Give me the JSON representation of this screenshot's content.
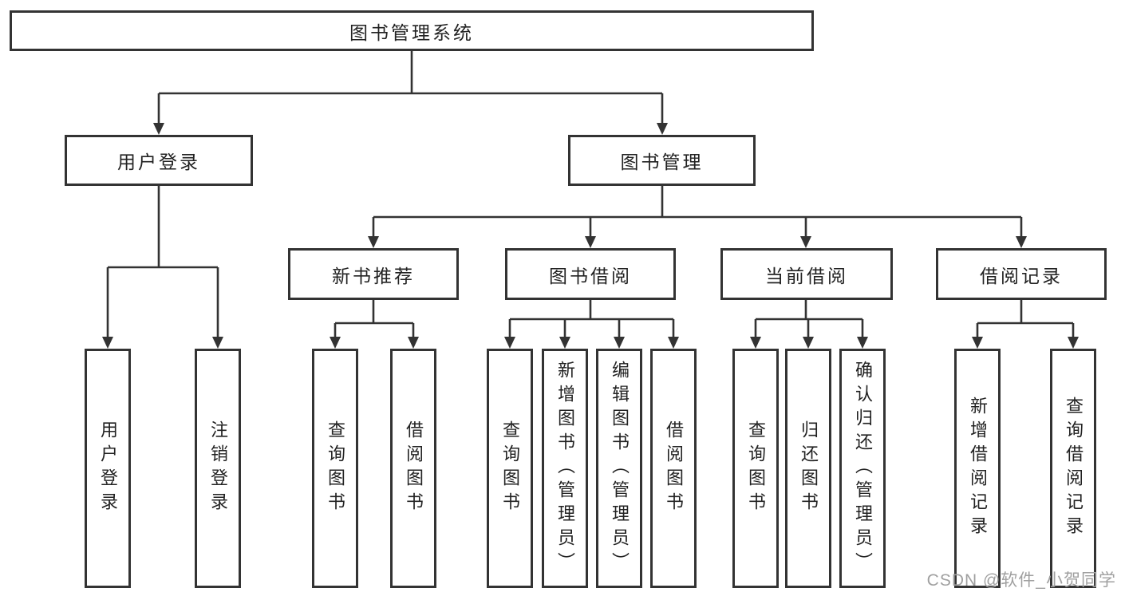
{
  "diagram": {
    "nodes": {
      "root": "图书管理系统",
      "level2": {
        "user_login": "用户登录",
        "book_mgmt": "图书管理"
      },
      "level3": {
        "new_book_rec": "新书推荐",
        "book_borrow": "图书借阅",
        "current_borrow": "当前借阅",
        "borrow_records": "借阅记录"
      },
      "leaves": {
        "user_login": "用户登录",
        "logout": "注销登录",
        "rec_query_books": "查询图书",
        "rec_borrow_books": "借阅图书",
        "bor_query_books": "查询图书",
        "bor_add_books": "新增图书（管理员）",
        "bor_edit_books": "编辑图书（管理员）",
        "bor_borrow_books": "借阅图书",
        "cur_query_books": "查询图书",
        "cur_return_books": "归还图书",
        "cur_confirm_return": "确认归还（管理员）",
        "rcd_add_record": "新增借阅记录",
        "rcd_query_record": "查询借阅记录"
      }
    },
    "line_color": "#333333",
    "box_bg": "#ffffff",
    "watermark": "CSDN @软件_小贺同学"
  }
}
